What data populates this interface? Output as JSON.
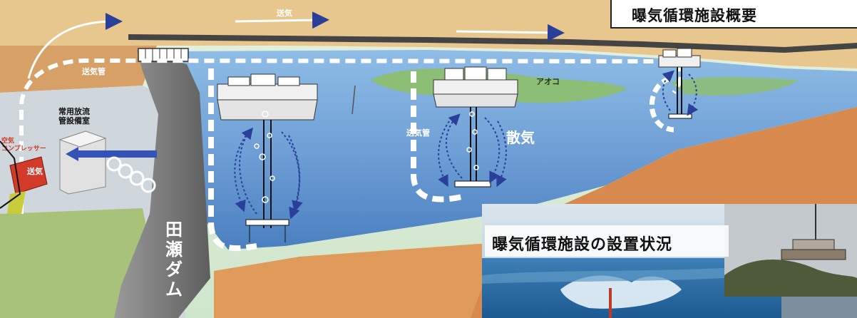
{
  "title": "曝気循環施設概要",
  "inset_title": "曝気循環施設の設置状況",
  "labels": {
    "air_feed_top": "送気",
    "air_pipe_left": "送気管",
    "pipe_room": "常用放流管設備室",
    "compressor": "空気コンプレッサー",
    "compressor_mark": "送気",
    "algae": "アオコ",
    "air_pipe_mid": "送気管",
    "aeration": "散気",
    "dam": "田瀬ダム"
  },
  "colors": {
    "sky": "#d9ecd8",
    "land": "#d9a56a",
    "water": "#6f9fd6",
    "deep_water": "#4a7fc0",
    "pipe": "#f4f4f4",
    "arrow": "#2a3f9a",
    "dam": "#7b7b7b",
    "algae": "#8dbf6a"
  }
}
